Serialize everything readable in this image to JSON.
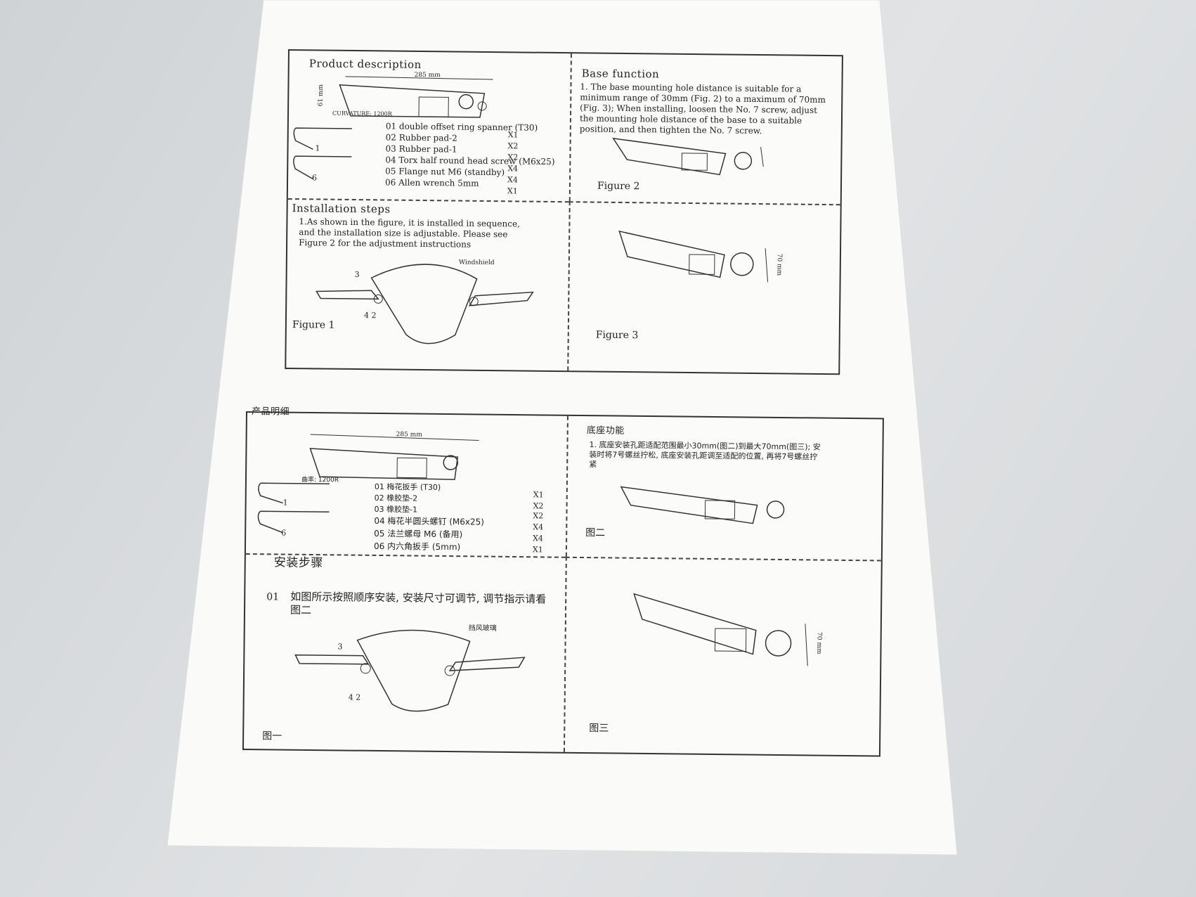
{
  "en": {
    "product": {
      "heading": "Product description",
      "length": "285 mm",
      "height": "61 mm",
      "curvature": "CURVATURE: 1200R",
      "callout_1": "1",
      "callout_6": "6",
      "parts": [
        {
          "label": "01  double offset ring spanner (T30)",
          "qty": "X1"
        },
        {
          "label": "02  Rubber pad-2",
          "qty": "X2"
        },
        {
          "label": "03  Rubber pad-1",
          "qty": "X2"
        },
        {
          "label": "04  Torx half round head screw (M6x25)",
          "qty": "X4"
        },
        {
          "label": "05  Flange nut M6 (standby)",
          "qty": "X4"
        },
        {
          "label": "06  Allen wrench 5mm",
          "qty": "X1"
        }
      ]
    },
    "base": {
      "heading": "Base function",
      "text": "1. The base mounting hole distance is suitable for a minimum range of 30mm (Fig. 2) to a maximum of 70mm (Fig. 3); When installing, loosen the No. 7 screw, adjust the mounting hole distance of the base to a suitable position, and then tighten the No. 7 screw.",
      "figure_2": "Figure 2",
      "figure_3": "Figure 3",
      "fig3_dim": "70 mm"
    },
    "install": {
      "heading": "Installation steps",
      "text": "1.As shown in the figure, it is installed in sequence, and the installation size is adjustable. Please see Figure 2 for the adjustment instructions",
      "windshield": "Windshield",
      "callout_3": "3",
      "callout_42": "4 2",
      "figure_1": "Figure 1"
    }
  },
  "cn": {
    "product": {
      "heading": "产品明细",
      "length": "285 mm",
      "curvature": "曲率: 1200R",
      "callout_1": "1",
      "callout_6": "6",
      "parts": [
        {
          "label": "01  梅花扳手 (T30)",
          "qty": "X1"
        },
        {
          "label": "02  橡胶垫-2",
          "qty": "X2"
        },
        {
          "label": "03  橡胶垫-1",
          "qty": "X2"
        },
        {
          "label": "04  梅花半圆头螺钉 (M6x25)",
          "qty": "X4"
        },
        {
          "label": "05  法兰螺母 M6 (备用)",
          "qty": "X4"
        },
        {
          "label": "06  内六角扳手 (5mm)",
          "qty": "X1"
        }
      ]
    },
    "base": {
      "heading": "底座功能",
      "text": "1. 底座安装孔距适配范围最小30mm(图二)到最大70mm(图三); 安装时将7号螺丝拧松, 底座安装孔距调至适配的位置, 再将7号螺丝拧紧",
      "figure_2": "图二",
      "figure_3": "图三",
      "fig3_dim": "70 mm"
    },
    "install": {
      "heading": "安装步骤",
      "step_no": "01",
      "text": "如图所示按照顺序安装, 安装尺寸可调节, 调节指示请看图二",
      "windshield": "挡风玻璃",
      "callout_3": "3",
      "callout_42": "4 2",
      "figure_1": "图一"
    }
  }
}
